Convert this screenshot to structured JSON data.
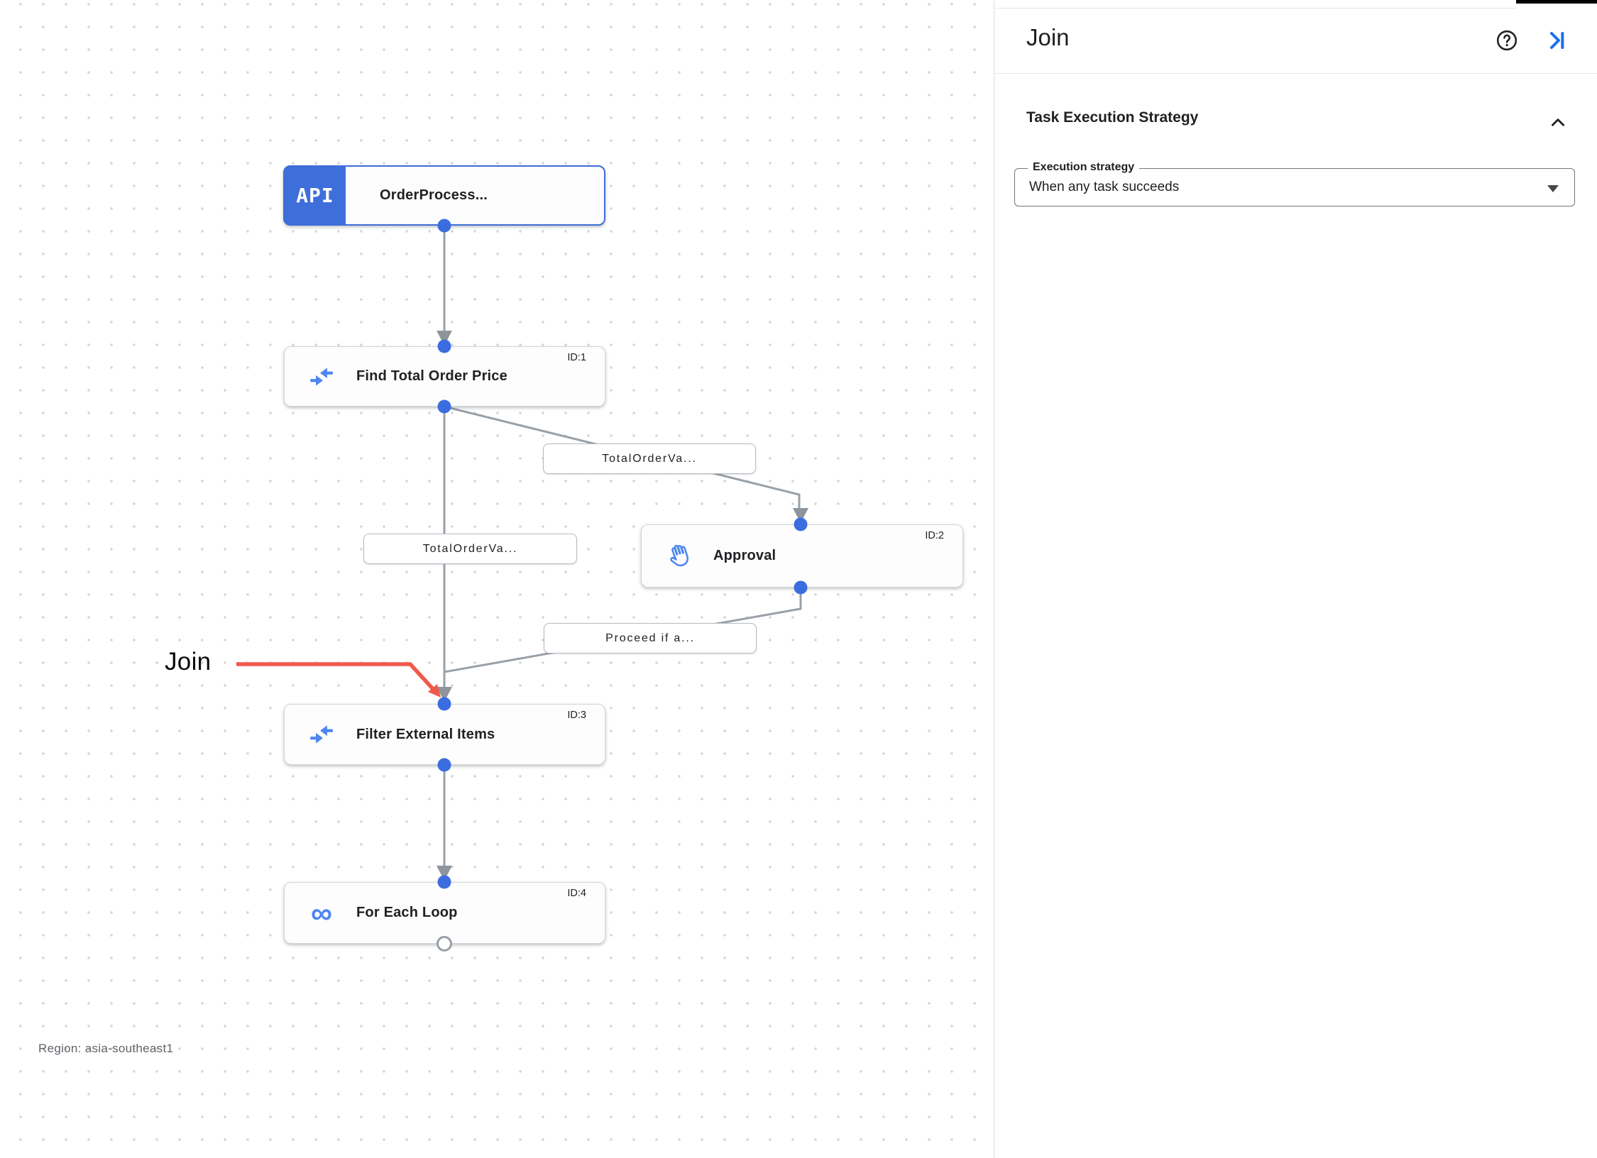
{
  "canvas": {
    "region_label": "Region: asia-southeast1",
    "annotation": {
      "text": "Join"
    },
    "nodes": [
      {
        "id": "trigger",
        "badge": "API",
        "title": "OrderProcess...",
        "icon": "api-trigger-badge"
      },
      {
        "id": "find-total-order-price",
        "title": "Find Total Order Price",
        "task_id": "ID:1",
        "icon": "data-mapping-icon"
      },
      {
        "id": "approval",
        "title": "Approval",
        "task_id": "ID:2",
        "icon": "approval-hand-icon"
      },
      {
        "id": "filter-external-items",
        "title": "Filter External Items",
        "task_id": "ID:3",
        "icon": "data-mapping-icon"
      },
      {
        "id": "for-each-loop",
        "title": "For Each Loop",
        "task_id": "ID:4",
        "icon": "loop-icon"
      }
    ],
    "edge_labels": [
      "TotalOrderVa...",
      "TotalOrderVa...",
      "Proceed if a..."
    ]
  },
  "panel": {
    "title": "Join",
    "help_icon": "help-icon",
    "close_icon": "panel-close-icon",
    "section": {
      "title": "Task Execution Strategy",
      "collapse_icon": "chevron-up-icon"
    },
    "field": {
      "label": "Execution strategy",
      "value": "When any task succeeds"
    }
  },
  "colors": {
    "trigger_blue": "#3e6ed9",
    "icon_blue": "#4d86f0",
    "port_blue": "#3c6de0",
    "link_blue": "#1b6ef3",
    "edge_gray": "#98a0a8",
    "arrow_gray": "#8e959c",
    "annotation_red": "#f0594a"
  }
}
